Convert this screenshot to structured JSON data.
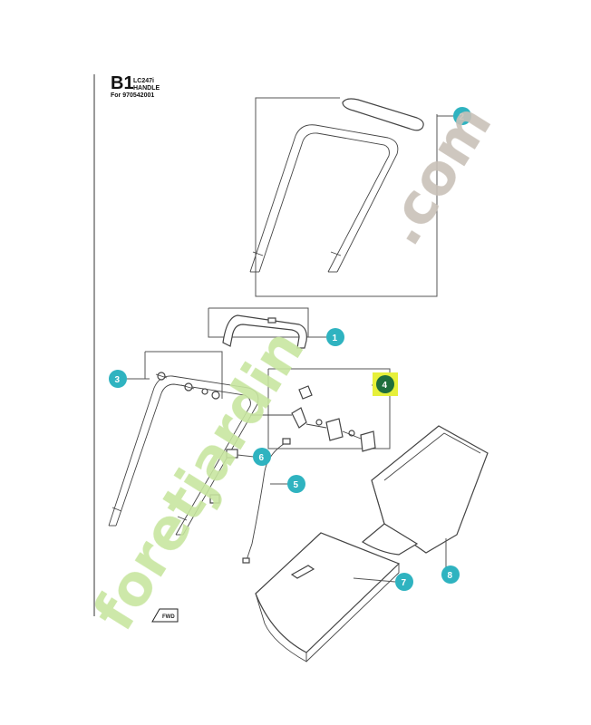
{
  "header": {
    "section": "B1",
    "model": "LC247i",
    "title": "HANDLE",
    "for_line": "For 970542001"
  },
  "callouts": [
    {
      "number": "1"
    },
    {
      "number": "2"
    },
    {
      "number": "3"
    },
    {
      "number": "4",
      "highlighted": true
    },
    {
      "number": "5"
    },
    {
      "number": "6"
    },
    {
      "number": "7"
    },
    {
      "number": "8"
    }
  ],
  "fwd_label": "FWD",
  "watermark": {
    "text_part1": "foretjardin",
    "text_part2": ".com"
  },
  "colors": {
    "callout_teal": "#2fb3c0",
    "highlight_yellow": "#e6f03a",
    "callout_4_green": "#1e6e3c",
    "watermark_green": "#c8e6a0",
    "watermark_gray": "#c9c1b8"
  }
}
